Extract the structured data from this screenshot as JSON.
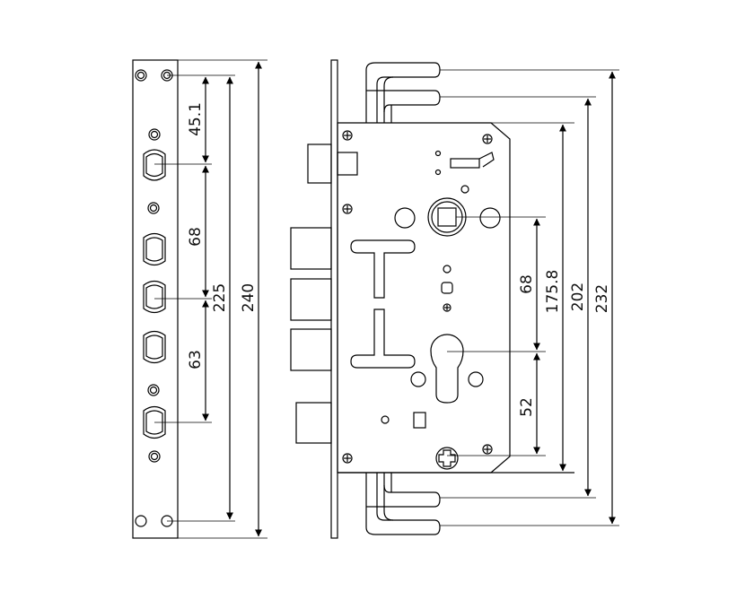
{
  "drawing": {
    "line_color": "#000000",
    "background": "#ffffff",
    "faceplate_dimensions": {
      "d1": "45.1",
      "d2": "68",
      "d3": "63",
      "d4": "225",
      "d5": "240"
    },
    "body_dimensions": {
      "d1": "68",
      "d2": "52",
      "d3": "175.8",
      "d4": "202",
      "d5": "232"
    }
  }
}
